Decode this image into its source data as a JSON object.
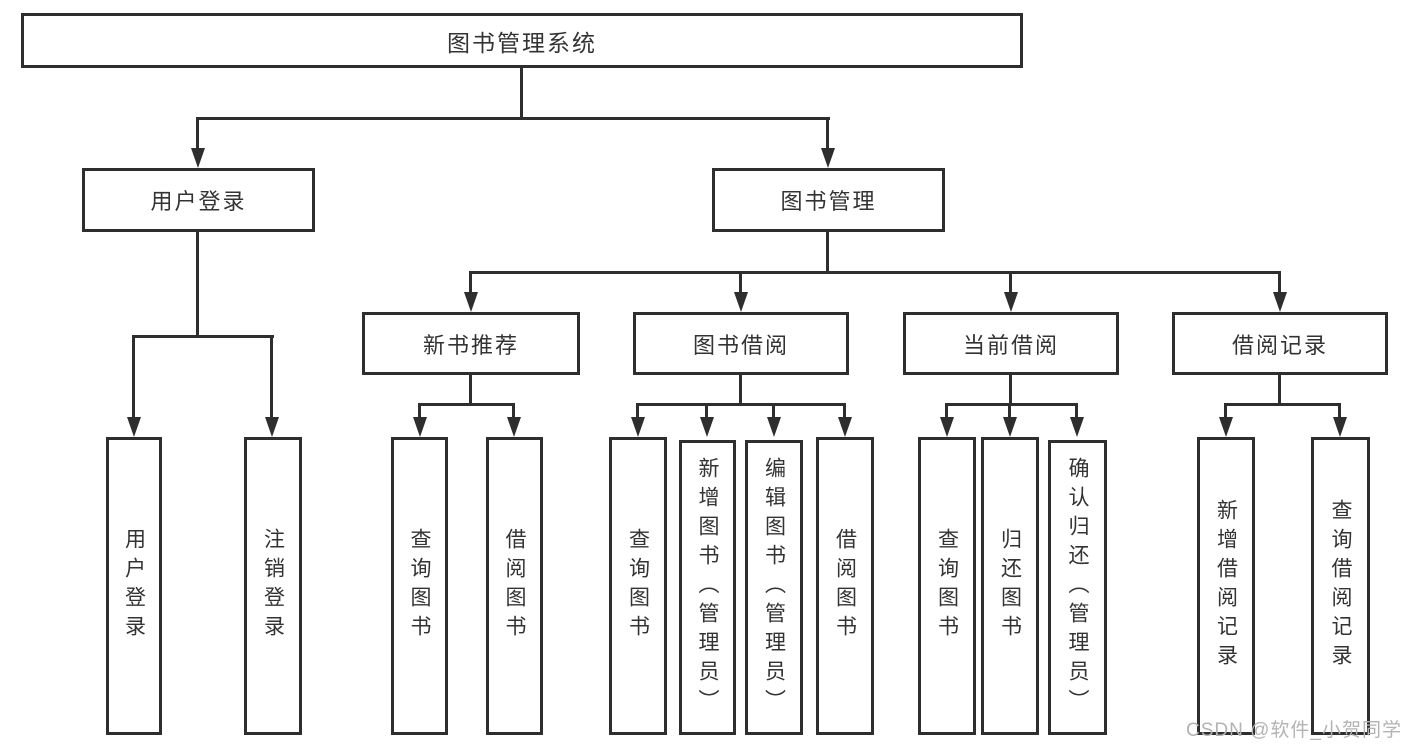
{
  "diagram": {
    "title": "图书管理系统",
    "root": {
      "label": "图书管理系统"
    },
    "user_login": {
      "label": "用户登录",
      "children": [
        "用户登录",
        "注销登录"
      ]
    },
    "book_management": {
      "label": "图书管理",
      "groups": [
        {
          "label": "新书推荐",
          "children": [
            "查询图书",
            "借阅图书"
          ]
        },
        {
          "label": "图书借阅",
          "children": [
            "查询图书",
            "新增图书（管理员）",
            "编辑图书（管理员）",
            "借阅图书"
          ]
        },
        {
          "label": "当前借阅",
          "children": [
            "查询图书",
            "归还图书",
            "确认归还（管理员）"
          ]
        },
        {
          "label": "借阅记录",
          "children": [
            "新增借阅记录",
            "查询借阅记录"
          ]
        }
      ]
    }
  },
  "watermark": {
    "text": "CSDN @软件_小贺同学"
  },
  "colors": {
    "line": "#2e2e2e",
    "box_border": "#2e2e2e",
    "text": "#333333",
    "watermark": "#b3b3b3",
    "background": "#ffffff"
  }
}
